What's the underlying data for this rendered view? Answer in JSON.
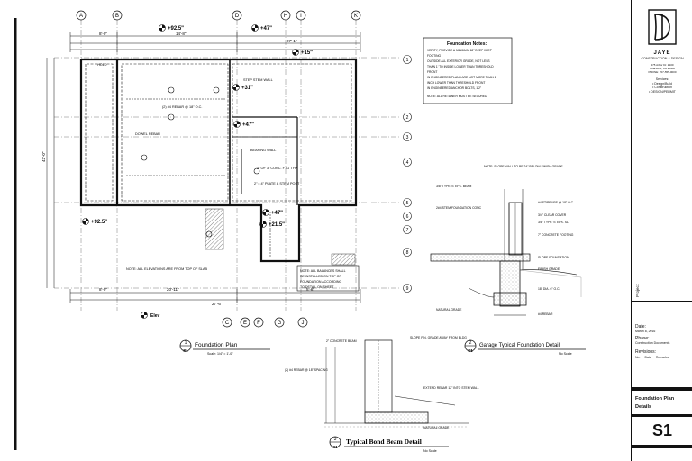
{
  "grid_top": [
    "A",
    "B",
    "D",
    "H",
    "I",
    "K"
  ],
  "grid_bottom": [
    "C",
    "E",
    "F",
    "G",
    "J"
  ],
  "elevations": {
    "top_left": "+92.5\"",
    "top_mid": "+47\"",
    "top_right": "+15\"",
    "left_lower": "+92.5\"",
    "center_a": "+31\"",
    "center_b": "+47\"",
    "center_c": "+21.5\"",
    "center_d": "+47\""
  },
  "dimensions": {
    "overall_width": "27'-6\"",
    "overall_depth": "42'-0\"",
    "segment_a": "8'-0\"",
    "segment_b": "14'-8\"",
    "segment_c": "20'-11\"",
    "segment_d": "5'-6\"",
    "segment_e": "27'-1\""
  },
  "plan_notes": [
    "STEP STEM WALL",
    "BEARING WALL",
    "HOLD",
    "2\" OF 3\" CONC. FTG TYP.",
    "(2) #4 REBAR @ 18\" O.C.",
    "2\" x 4\" PLATE & STEM POST",
    "NOTE: ALL ELEVATIONS ARE FROM TOP OF SLAB",
    "DOWEL REBAR"
  ],
  "foundation_notes": {
    "title": "Foundation Notes:",
    "lines": [
      "VERIFY, PROVIDE A MINIMUM 18\" DEEP KEEP",
      "FOOTING",
      "OUTSIDE ALL EXTERIOR GRADE, NOT LESS",
      "THAN 1' TO INSIDE LOWER THAN THRESHOLD",
      "FRONT",
      "IN ENGINEERED PLANS ARE NOT MORE THAN 1",
      "INCH LOWER THAN THRESHOLD FRONT",
      "IN ENGINEERED ANCHOR BOLTS, 1/2\"",
      "NOTE: ALL RETAINER MUST BE SECURED"
    ]
  },
  "note_box": [
    "NOTE: ALL BALANCES SHALL",
    "BE INSTALLED ON TOP OF",
    "FOUNDATION ACCORDING",
    "TO DETAIL ON SHEET"
  ],
  "detail_notes": [
    "NOTE: SLOPE WALL TO BE 24\" BELOW FINISH GRADE",
    "3/8\" TYPE 'S' EPX. BEAM",
    "2#4 STEM FOUNDATION CONC",
    "#4 STIRRUPS @ 18\" O.C.",
    "3/4\" CLEAR COVER",
    "3/8\" TYPE 'S' EPX. SL",
    "7\" CONCRETE FOOTING",
    "SLOPE FOUNDATION",
    "FINISH GRADE",
    "#4 REBAR",
    "NATURAL GRADE",
    "18\" DIA. 6\" O.C."
  ],
  "bond_notes": [
    "2\" CONCRETE BEAM",
    "SLOPE FIN. GRADE AWAY FROM BLDG",
    "(2) #4 REBAR @ 18\" SPACING",
    "EXTEND REBAR 12\" INTO STEM WALL",
    "NATURAL GRADE"
  ],
  "details": {
    "d1": {
      "num": "1",
      "sheet": "S1",
      "title": "Foundation Plan",
      "scale": "Scale: 1/4\" = 1'-0\""
    },
    "d2": {
      "num": "2",
      "sheet": "S1",
      "title": "Garage Typical Foundation Detail",
      "scale": "No Scale"
    },
    "d3": {
      "num": "3",
      "sheet": "S1",
      "title": "Typical Bond Beam Detail",
      "scale": "No Scale"
    }
  },
  "legend": {
    "label": "Elev"
  },
  "title_block": {
    "company": "JAYE",
    "company_sub": "CONSTRUCTION & DESIGN",
    "address_lines": [
      "475 Arbor Dr. #100",
      "Coarsville, CA 95688",
      "PHONE: 707-555-0000"
    ],
    "services_label": "Services:",
    "services": [
      "• Design/Build",
      "• Construction",
      "• DESIGN/PERMIT"
    ],
    "project_label": "Project:",
    "date_label": "Date:",
    "date_value": "March 8, 2016",
    "phase_label": "Phase:",
    "phase_value": "Construction Documents",
    "revisions_label": "Revisions:",
    "rev_cols": [
      "No.",
      "Date",
      "Remarks"
    ],
    "sheet_title": "Foundation Plan",
    "sheet_title2": "Details",
    "sheet_number": "S1"
  },
  "bubbles_right": [
    "1",
    "2",
    "3",
    "4",
    "5",
    "6",
    "7",
    "8",
    "9"
  ]
}
